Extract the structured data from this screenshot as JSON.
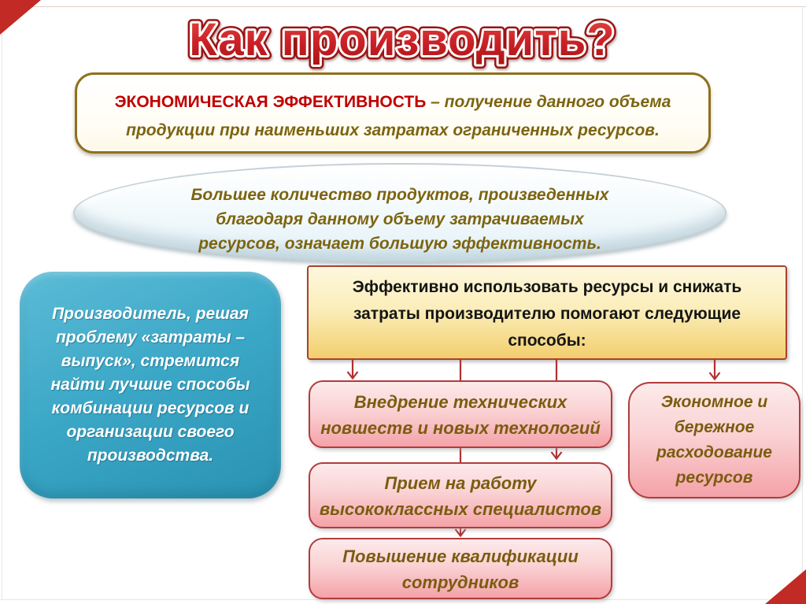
{
  "slide": {
    "title": "Как производить?",
    "definition_box": {
      "term": "ЭКОНОМИЧЕСКАЯ ЭФФЕКТИВНОСТЬ",
      "rest_line1": " – получение данного объема",
      "line2": "продукции при наименьших затратах ограниченных ресурсов."
    },
    "ellipse_note": {
      "lines": [
        "Большее количество продуктов, произведенных",
        "благодаря данному объему затрачиваемых",
        "ресурсов, означает большую эффективность."
      ]
    },
    "producer_box": {
      "lines": [
        "Производитель, решая",
        "проблему «затраты –",
        "выпуск», стремится",
        "найти лучшие способы",
        "комбинации ресурсов и",
        "организации своего",
        "производства."
      ]
    },
    "methods_header": {
      "lines": [
        "Эффективно использовать ресурсы и снижать",
        "затраты производителю помогают следующие",
        "способы:"
      ]
    },
    "methods": {
      "tech": {
        "lines": [
          "Внедрение технических",
          "новшеств и новых технологий"
        ]
      },
      "hiring": {
        "lines": [
          "Прием на работу",
          "высококлассных специалистов"
        ]
      },
      "training": {
        "lines": [
          "Повышение квалификации",
          "сотрудников"
        ]
      },
      "saving": {
        "lines": [
          "Экономное и",
          "бережное",
          "расходование",
          "ресурсов"
        ]
      }
    },
    "colors": {
      "title_red": "#cd2026",
      "term_red": "#c00000",
      "olive_text": "#7c6410",
      "gold_border": "#8f711c",
      "blue_fill": "#3ba7c7",
      "yellow_border": "#a8412e",
      "pink_border": "#b13c3c",
      "connector_red": "#b03030",
      "corner_red": "#c22a26"
    }
  }
}
